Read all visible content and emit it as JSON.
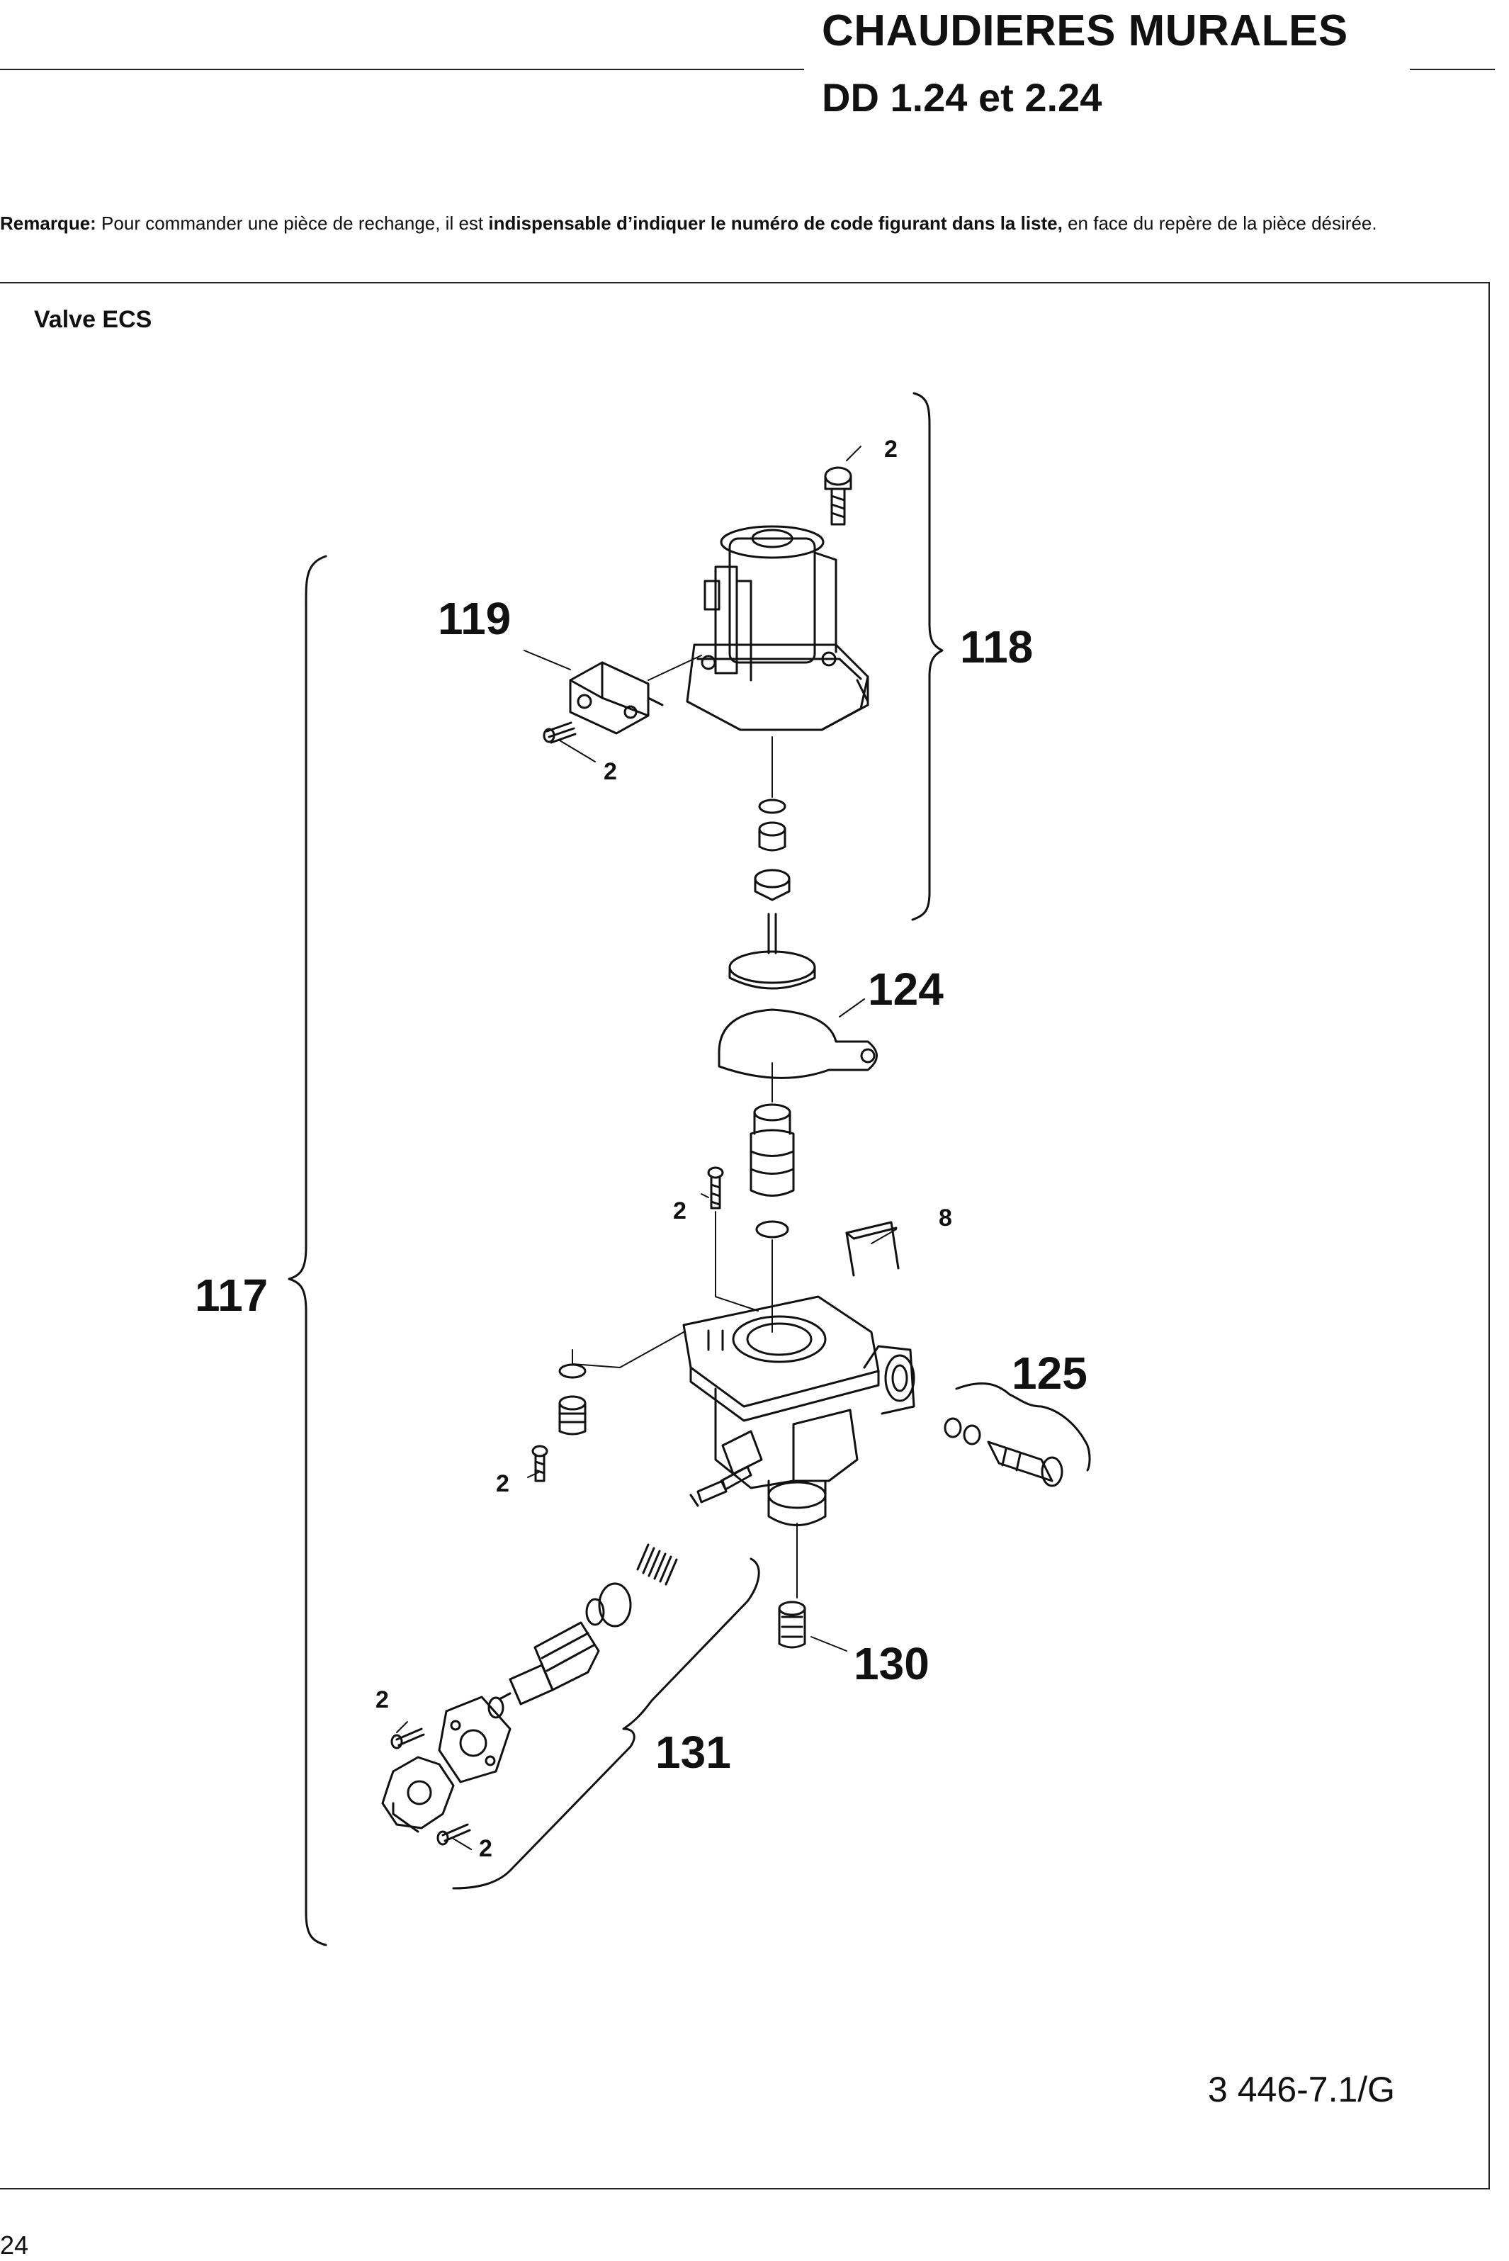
{
  "header": {
    "title_line1": "CHAUDIERES MURALES",
    "title_line2": "DD 1.24 et 2.24"
  },
  "remark": {
    "label": "Remarque:",
    "text_before": " Pour commander une pièce de rechange, il est ",
    "emphasis": "indispensable d’indiquer le numéro de code figurant dans la liste,",
    "text_after": " en face du repère de la pièce désirée."
  },
  "section": {
    "title": "Valve ECS"
  },
  "callouts": {
    "c117": "117",
    "c118": "118",
    "c119": "119",
    "c124": "124",
    "c125": "125",
    "c130": "130",
    "c131": "131",
    "screw_label": "2",
    "clip_label": "8"
  },
  "footer": {
    "doc_code": "3 446-7.1/G",
    "page_number": "24"
  }
}
